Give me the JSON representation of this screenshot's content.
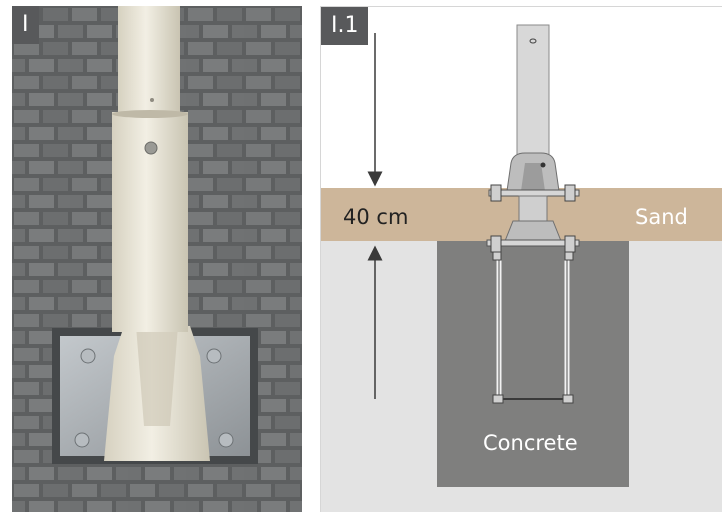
{
  "panel_left": {
    "tag": "I"
  },
  "panel_right": {
    "tag": "I.1",
    "depth_label": "40 cm",
    "sand_label": "Sand",
    "concrete_label": "Concrete"
  },
  "colors": {
    "tag_bg": "#58595b",
    "sand": "#cdb69a",
    "soil": "#e3e3e3",
    "concrete": "#7f7f7e",
    "post": "#d8d8d8"
  }
}
